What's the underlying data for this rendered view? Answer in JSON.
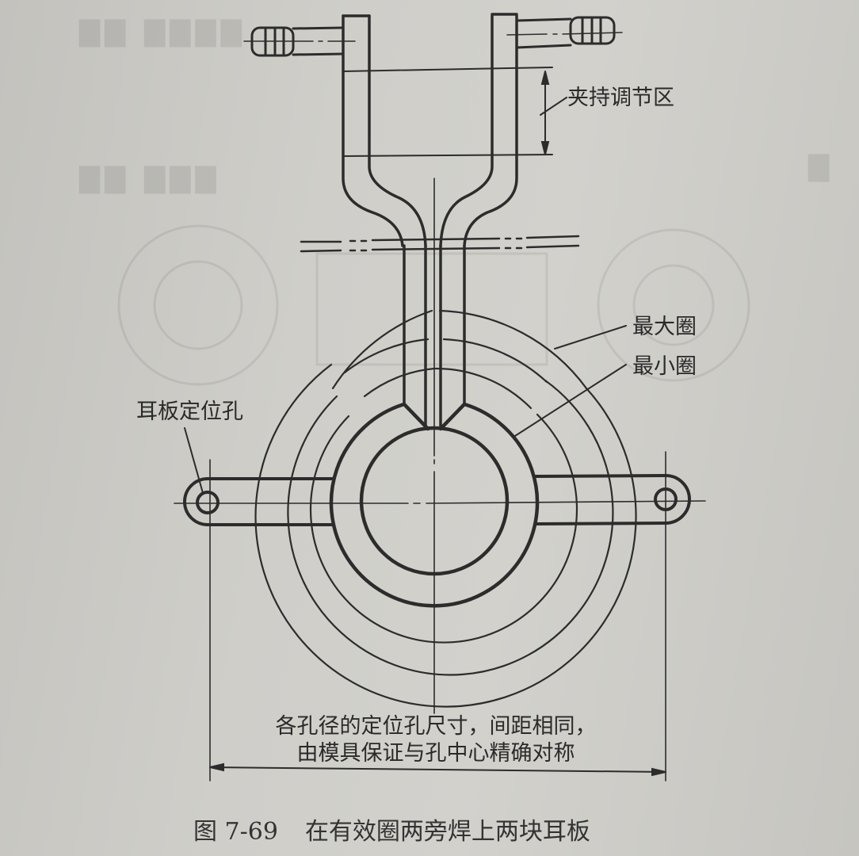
{
  "figure": {
    "number": "图 7-69",
    "title": "在有效圈两旁焊上两块耳板"
  },
  "labels": {
    "clamp_zone": "夹持调节区",
    "max_ring": "最大圈",
    "min_ring": "最小圈",
    "ear_hole": "耳板定位孔"
  },
  "note": {
    "line1": "各孔径的定位孔尺寸，间距相同，",
    "line2": "由模具保证与孔中心精确对称"
  },
  "colors": {
    "paper": "#cfcec9",
    "ink": "#2a2a2a"
  }
}
